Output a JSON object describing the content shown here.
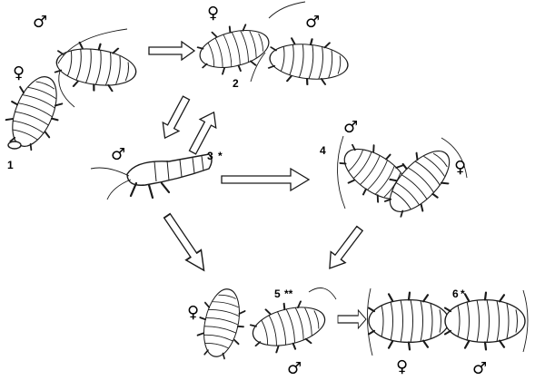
{
  "figure": {
    "stage_labels": [
      "1",
      "2",
      "3",
      "4",
      "5",
      "6"
    ],
    "stage_marks": {
      "3": "*",
      "5": "**",
      "6": "*"
    },
    "symbols": {
      "male": "♂",
      "female": "♀"
    }
  }
}
